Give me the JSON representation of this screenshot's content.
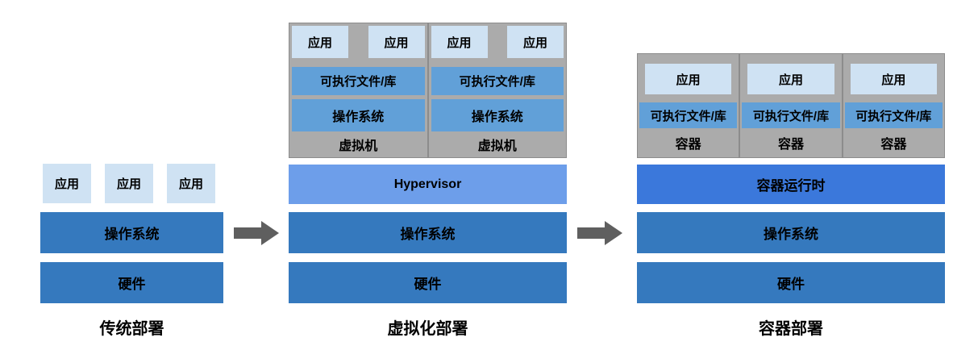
{
  "columns": {
    "traditional": {
      "label": "传统部署",
      "apps": [
        "应用",
        "应用",
        "应用"
      ],
      "os": "操作系统",
      "hardware": "硬件"
    },
    "virtualized": {
      "label": "虚拟化部署",
      "vms": [
        {
          "name": "虚拟机",
          "apps": [
            "应用",
            "应用"
          ],
          "bin": "可执行文件/库",
          "os": "操作系统"
        },
        {
          "name": "虚拟机",
          "apps": [
            "应用",
            "应用"
          ],
          "bin": "可执行文件/库",
          "os": "操作系统"
        }
      ],
      "hypervisor": "Hypervisor",
      "os": "操作系统",
      "hardware": "硬件"
    },
    "container": {
      "label": "容器部署",
      "containers": [
        {
          "name": "容器",
          "app": "应用",
          "bin": "可执行文件/库"
        },
        {
          "name": "容器",
          "app": "应用",
          "bin": "可执行文件/库"
        },
        {
          "name": "容器",
          "app": "应用",
          "bin": "可执行文件/库"
        }
      ],
      "runtime": "容器运行时",
      "os": "操作系统",
      "hardware": "硬件"
    }
  },
  "icons": {
    "arrow_right": "right-arrow"
  },
  "colors": {
    "app_box": "#cfe2f3",
    "inner_bar": "#61a0d8",
    "base_bar": "#3579be",
    "hypervisor_bar": "#6d9eea",
    "runtime_bar": "#3b78db",
    "group_bg": "#ababab",
    "group_border": "#8c8c8c",
    "arrow": "#5f5f5f"
  }
}
